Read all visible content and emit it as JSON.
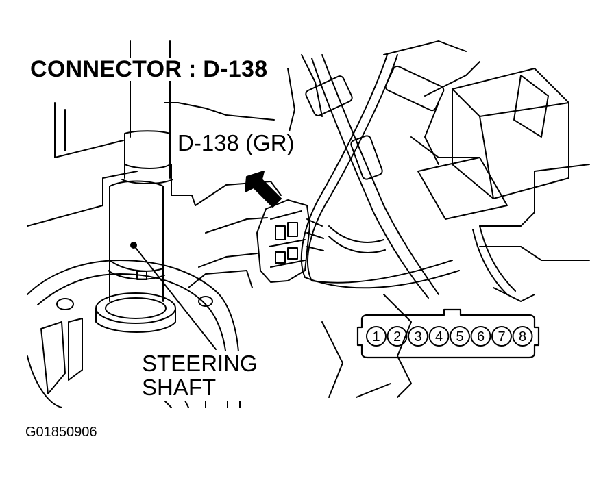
{
  "title": "CONNECTOR : D-138",
  "connector_callout": "D-138 (GR)",
  "shaft_callout": {
    "line1": "STEERING",
    "line2": "SHAFT"
  },
  "figure_code": "G01850906",
  "connector_face": {
    "pins": [
      "1",
      "2",
      "3",
      "4",
      "5",
      "6",
      "7",
      "8"
    ]
  },
  "colors": {
    "ink": "#000000",
    "paper": "#ffffff"
  }
}
